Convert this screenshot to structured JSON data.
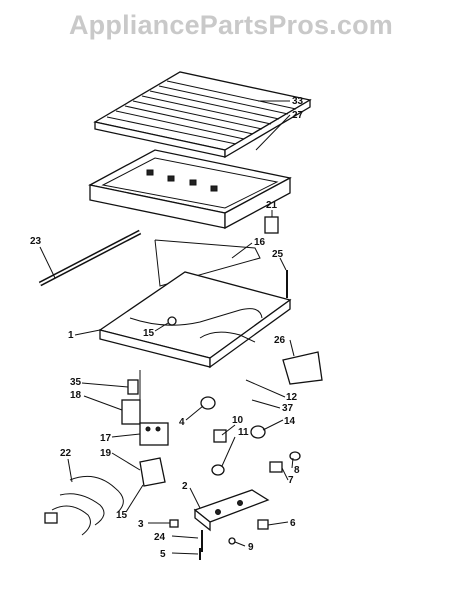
{
  "watermark": "AppliancePartsPros.com",
  "callouts": [
    {
      "id": "c33",
      "text": "33"
    },
    {
      "id": "c27",
      "text": "27"
    },
    {
      "id": "c21",
      "text": "21"
    },
    {
      "id": "c23",
      "text": "23"
    },
    {
      "id": "c16",
      "text": "16"
    },
    {
      "id": "c25",
      "text": "25"
    },
    {
      "id": "c1",
      "text": "1"
    },
    {
      "id": "c15a",
      "text": "15"
    },
    {
      "id": "c26",
      "text": "26"
    },
    {
      "id": "c35",
      "text": "35"
    },
    {
      "id": "c18",
      "text": "18"
    },
    {
      "id": "c12",
      "text": "12"
    },
    {
      "id": "c37",
      "text": "37"
    },
    {
      "id": "c4",
      "text": "4"
    },
    {
      "id": "c10",
      "text": "10"
    },
    {
      "id": "c14",
      "text": "14"
    },
    {
      "id": "c11",
      "text": "11"
    },
    {
      "id": "c17",
      "text": "17"
    },
    {
      "id": "c22",
      "text": "22"
    },
    {
      "id": "c19",
      "text": "19"
    },
    {
      "id": "c8",
      "text": "8"
    },
    {
      "id": "c7",
      "text": "7"
    },
    {
      "id": "c2",
      "text": "2"
    },
    {
      "id": "c15b",
      "text": "15"
    },
    {
      "id": "c3",
      "text": "3"
    },
    {
      "id": "c6",
      "text": "6"
    },
    {
      "id": "c24",
      "text": "24"
    },
    {
      "id": "c9",
      "text": "9"
    },
    {
      "id": "c5",
      "text": "5"
    }
  ]
}
